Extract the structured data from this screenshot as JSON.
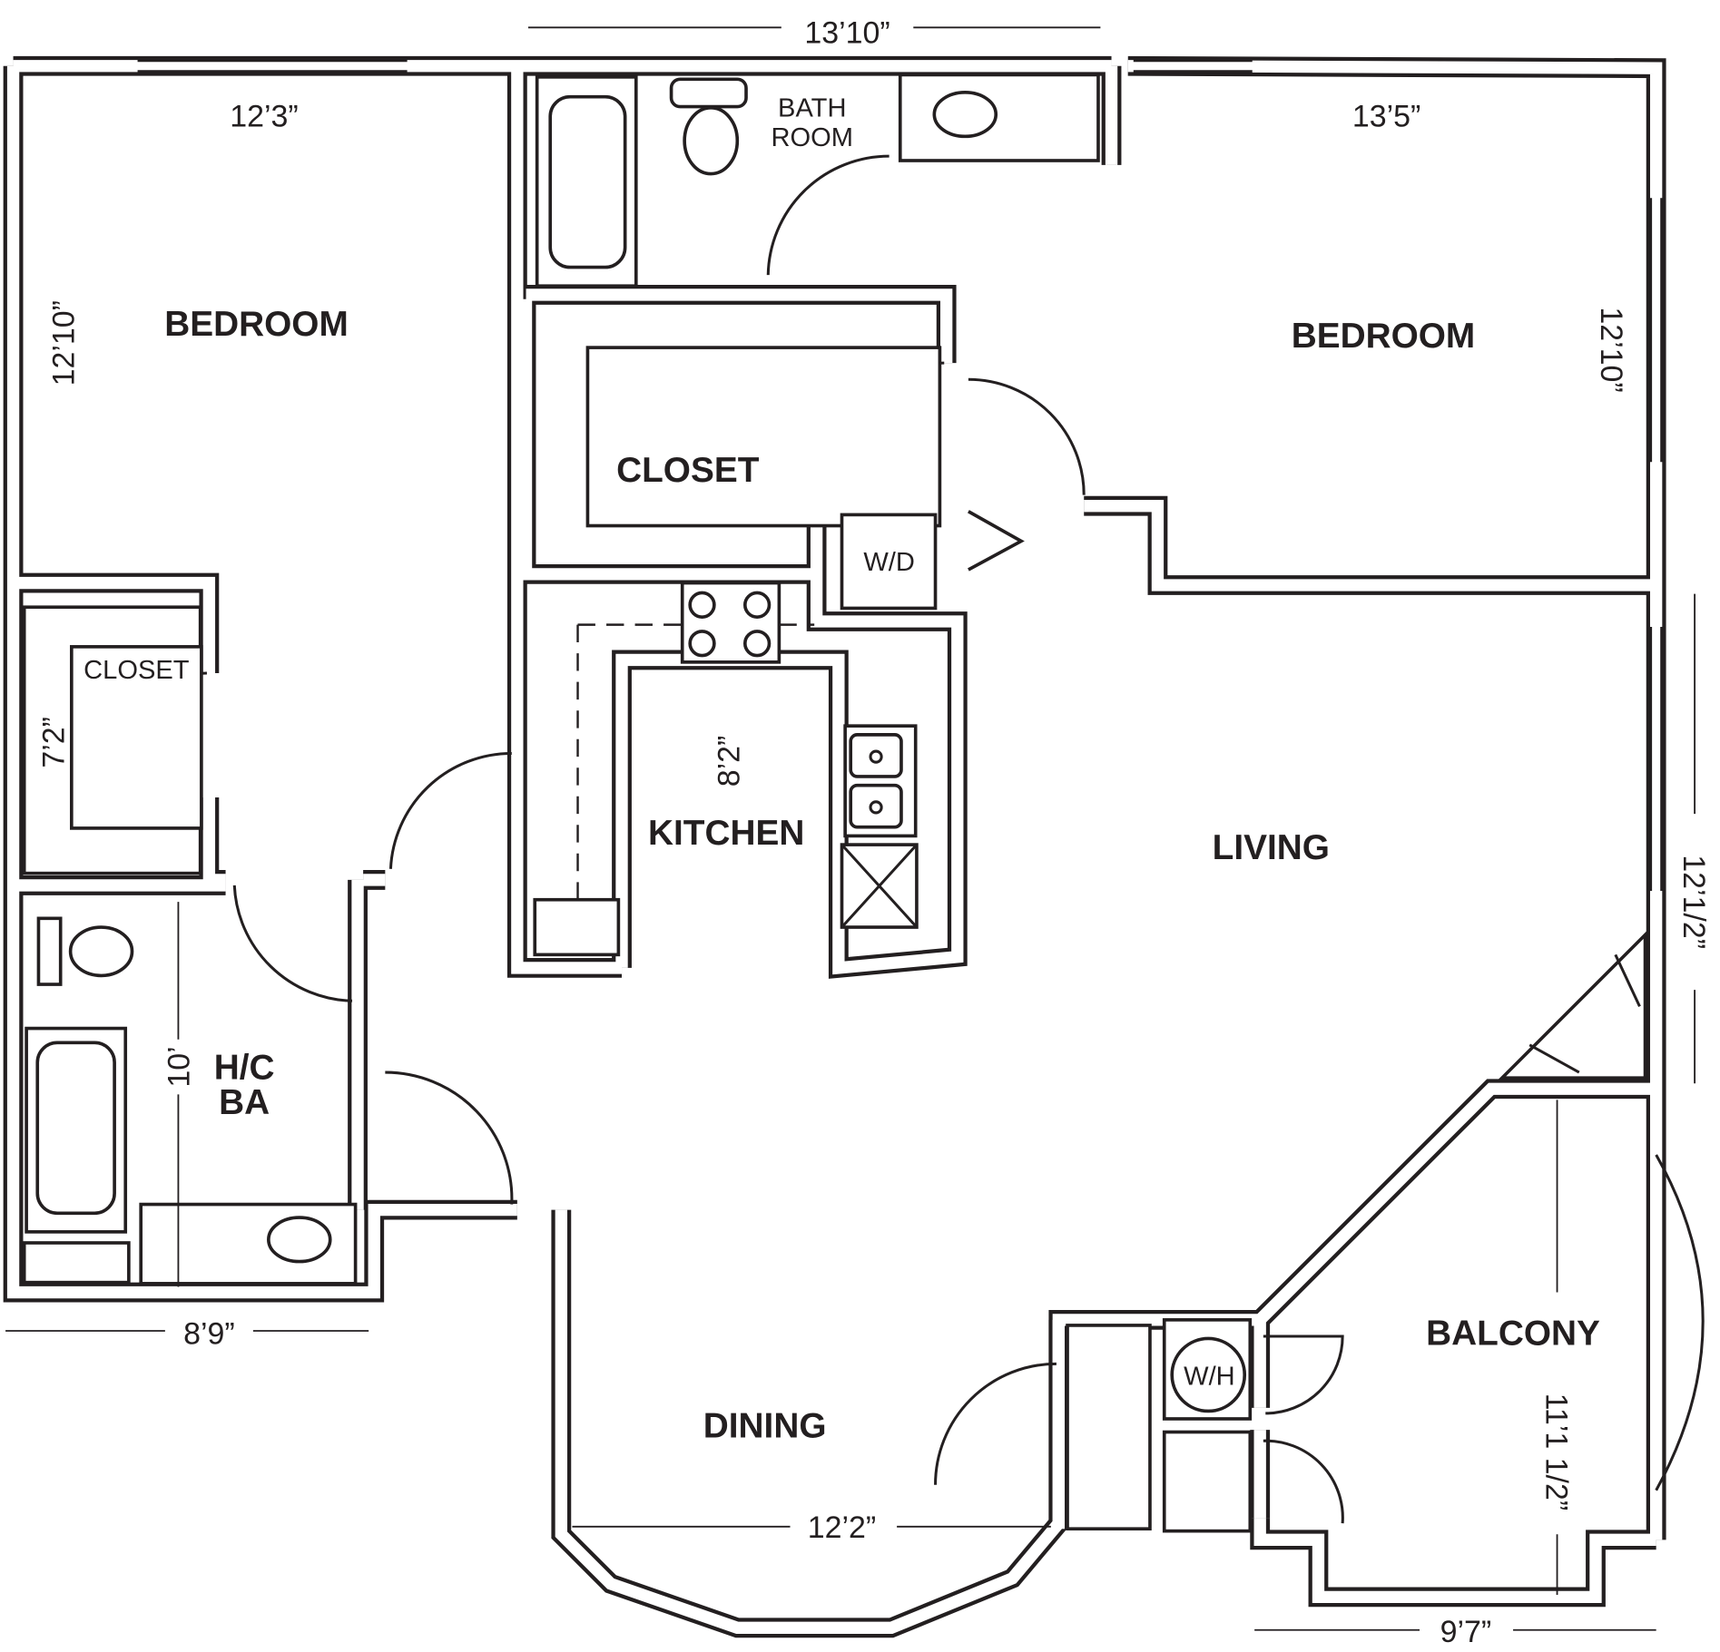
{
  "rooms": {
    "bedroom_left": "BEDROOM",
    "bedroom_right": "BEDROOM",
    "bath_line1": "BATH",
    "bath_line2": "ROOM",
    "closet_main": "CLOSET",
    "closet_small": "CLOSET",
    "washer_dryer": "W/D",
    "kitchen": "KITCHEN",
    "living": "LIVING",
    "hc_ba_line1": "H/C",
    "hc_ba_line2": "BA",
    "water_heater": "W/H",
    "balcony": "BALCONY",
    "dining": "DINING"
  },
  "dimensions": {
    "overall_top": "13’10”",
    "bedroom_left_width": "12’3”",
    "bedroom_left_depth": "12’10”",
    "bedroom_right_width": "13’5”",
    "bedroom_right_depth": "12’10”",
    "closet_small": "7’2”",
    "kitchen": "8’2”",
    "living": "12’1/2”",
    "hc_ba_depth": "10’",
    "hc_ba_width": "8’9”",
    "balcony_depth": "11’1 1/2”",
    "dining_width": "12’2”",
    "balcony_width": "9’7”"
  }
}
